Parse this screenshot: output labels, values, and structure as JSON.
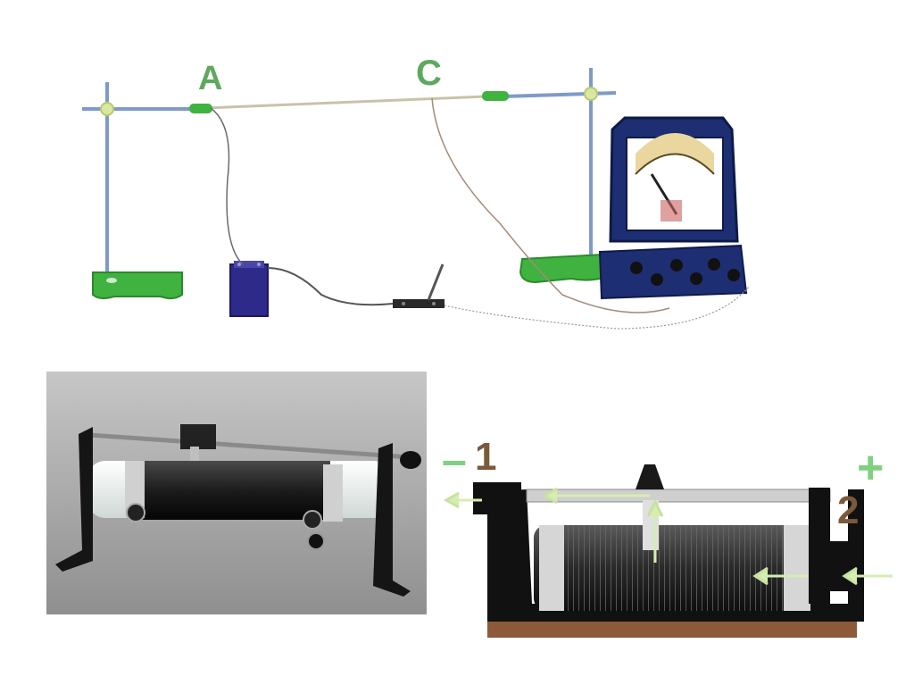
{
  "circuit": {
    "label_a": "A",
    "label_c": "C"
  },
  "rheostat": {
    "minus_sign": "–",
    "label_1": "1",
    "plus_sign": "+",
    "label_2": "2"
  },
  "colors": {
    "accent_green": "#4cb84c",
    "label_green": "#5fa85f",
    "sign_green": "#7fd17f",
    "number_brown": "#7a5a3a",
    "photo_background": "#a9a9a9",
    "meter_blue": "#1d2f72"
  }
}
